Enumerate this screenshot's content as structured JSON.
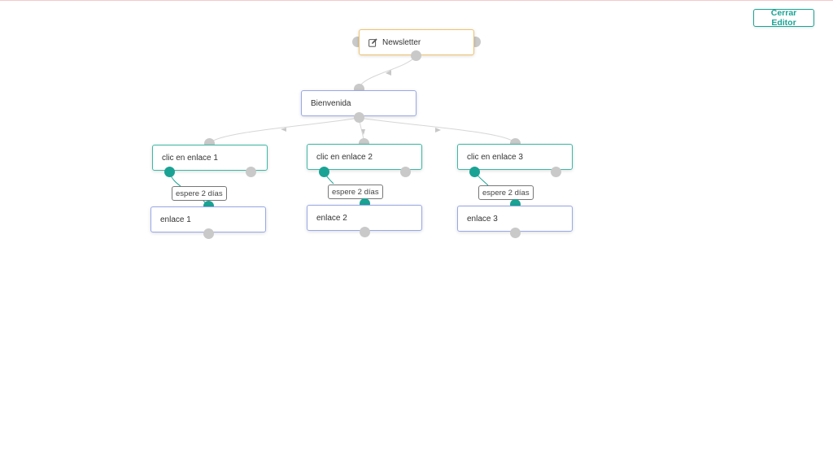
{
  "toolbar": {
    "close_label": "Cerrar Editor"
  },
  "icons": {
    "start_node_icon": "edit-icon"
  },
  "colors": {
    "accent": "#1aa394",
    "start_border": "#f0c36d",
    "email_border": "#99a8e8",
    "trigger_border": "#3cb8a6",
    "port_idle": "#c9c9c9"
  },
  "flow": {
    "start": {
      "label": "Newsletter"
    },
    "welcome": {
      "label": "Bienvenida"
    },
    "triggers": [
      {
        "label": "clic en enlace 1"
      },
      {
        "label": "clic en enlace 2"
      },
      {
        "label": "clic en enlace 3"
      }
    ],
    "delays": [
      {
        "label": "espere 2 días"
      },
      {
        "label": "espere 2 días"
      },
      {
        "label": "espere 2 días"
      }
    ],
    "links": [
      {
        "label": "enlace 1"
      },
      {
        "label": "enlace 2"
      },
      {
        "label": "enlace 3"
      }
    ]
  }
}
